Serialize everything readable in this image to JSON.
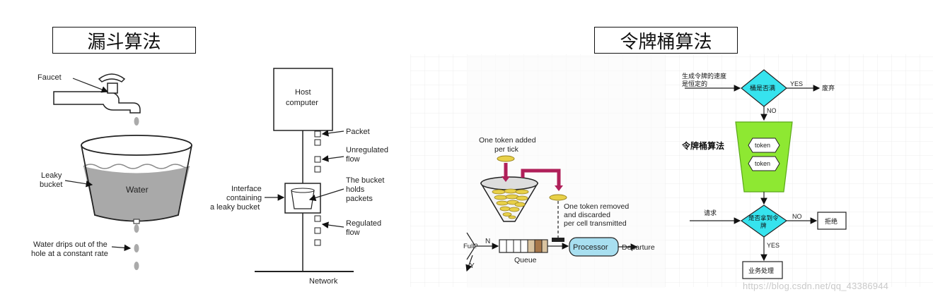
{
  "left_panel": {
    "title": "漏斗算法",
    "bucket": {
      "faucet": "Faucet",
      "leaky_bucket_line1": "Leaky",
      "leaky_bucket_line2": "bucket",
      "water": "Water",
      "drips_line1": "Water drips out of the",
      "drips_line2": "hole at a constant rate"
    },
    "network": {
      "host_line1": "Host",
      "host_line2": "computer",
      "packet": "Packet",
      "unregulated_line1": "Unregulated",
      "unregulated_line2": "flow",
      "holds_line1": "The bucket",
      "holds_line2": "holds",
      "holds_line3": "packets",
      "interface_line1": "Interface",
      "interface_line2": "containing",
      "interface_line3": "a leaky bucket",
      "regulated_line1": "Regulated",
      "regulated_line2": "flow",
      "network": "Network"
    }
  },
  "right_panel": {
    "title": "令牌桶算法",
    "token_diagram": {
      "added_line1": "One token added",
      "added_line2": "per tick",
      "removed_line1": "One token removed",
      "removed_line2": "and discarded",
      "removed_line3": "per cell transmitted",
      "full": "Full?",
      "n": "N",
      "y": "Y",
      "queue": "Queue",
      "processor": "Processor",
      "departure": "Departure"
    },
    "flowchart": {
      "rate_line1": "生成令牌的速度",
      "rate_line2": "是恒定的",
      "bucket_full": "桶是否满",
      "yes": "YES",
      "discard": "废弃",
      "no": "NO",
      "token_bucket_label": "令牌桶算法",
      "token1": "token",
      "token2": "token",
      "request": "请求",
      "got_token_line1": "是否拿到令",
      "got_token_line2": "牌",
      "no2": "NO",
      "reject": "拒绝",
      "yes2": "YES",
      "business": "业务处理"
    },
    "colors": {
      "diamond": "#36e3ee",
      "bucket": "#8ee832",
      "processor": "#a8dff0",
      "coin": "#e8d048"
    }
  },
  "watermark": "https://blog.csdn.net/qq_43386944"
}
